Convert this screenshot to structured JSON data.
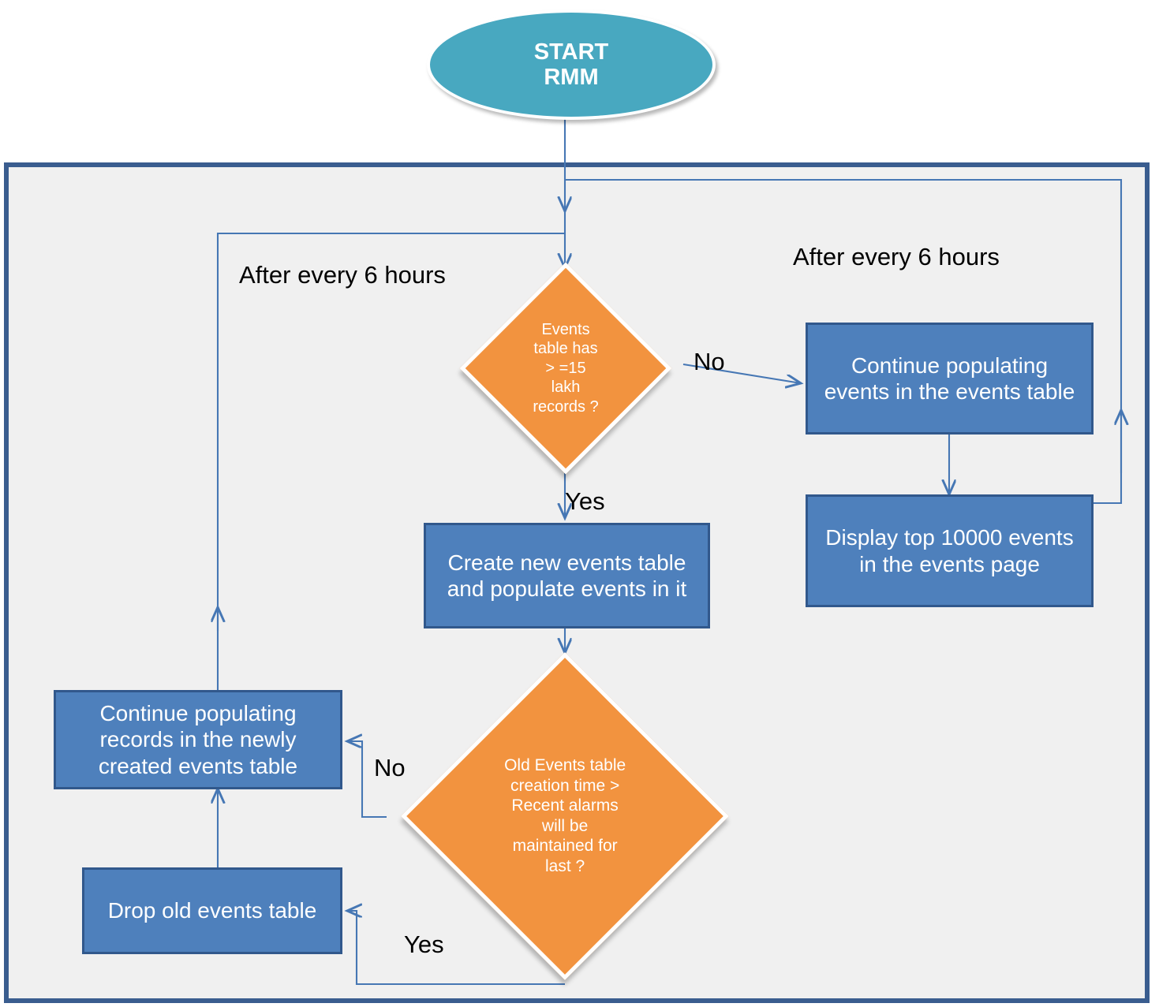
{
  "diagram": {
    "title": "RMM events table rotation flowchart",
    "colors": {
      "terminator_fill": "#48A8C0",
      "process_fill": "#4E80BC",
      "process_border": "#31588C",
      "decision_fill": "#F2933F",
      "container_border": "#3A5D8F",
      "container_fill": "#F0F0F0",
      "connector": "#4677B4",
      "text_on_shape": "#FFFFFF",
      "label_text": "#000000"
    }
  },
  "nodes": {
    "start": {
      "type": "terminator",
      "line1": "START",
      "line2": "RMM"
    },
    "decision_size": {
      "type": "decision",
      "text": "Events table has > =15 lakh records ?",
      "lines": [
        "Events",
        "table has",
        "> =15",
        "lakh",
        "records ?"
      ]
    },
    "continue_events": {
      "type": "process",
      "text": "Continue populating events in the events table"
    },
    "display_top": {
      "type": "process",
      "text": "Display top 10000 events in the events page"
    },
    "create_table": {
      "type": "process",
      "text": "Create new events table and populate events in it"
    },
    "decision_age": {
      "type": "decision",
      "text": "Old Events table creation time > Recent alarms will be maintained for last  ?",
      "lines": [
        "Old Events table",
        "creation time >",
        "Recent alarms",
        "will be",
        "maintained for",
        "last  ?"
      ]
    },
    "continue_records": {
      "type": "process",
      "text": "Continue populating records in the newly created events table"
    },
    "drop_table": {
      "type": "process",
      "text": "Drop old events table"
    }
  },
  "edge_labels": {
    "no_size": "No",
    "yes_size": "Yes",
    "no_age": "No",
    "yes_age": "Yes"
  },
  "notes": {
    "left_schedule": "After every 6 hours",
    "right_schedule": "After every 6 hours"
  }
}
